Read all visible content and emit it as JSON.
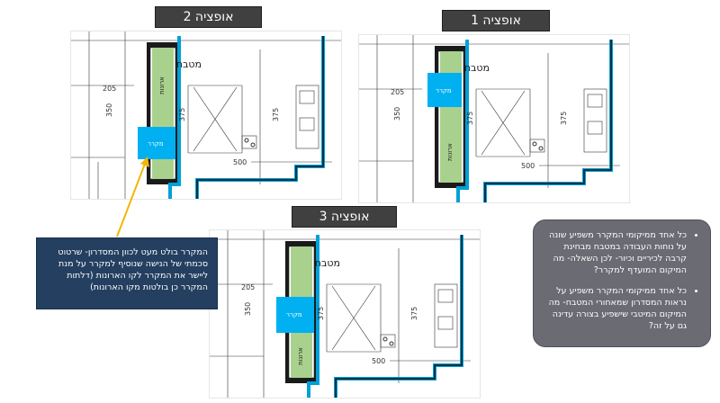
{
  "options": [
    {
      "id": "option-2",
      "title": "אופציה 2",
      "cooktop": "מקרר",
      "pantry": "ארונות",
      "kitchen": "מטבח",
      "dim_width": "205",
      "dim_len": "350",
      "dim_island": "375",
      "dim_right": "375",
      "dim_bottom": "500"
    },
    {
      "id": "option-1",
      "title": "אופציה 1",
      "cooktop": "מקרר",
      "pantry": "ארונות",
      "kitchen": "מטבח",
      "dim_width": "205",
      "dim_len": "350",
      "dim_island": "375",
      "dim_right": "375",
      "dim_bottom": "500"
    },
    {
      "id": "option-3",
      "title": "אופציה 3",
      "cooktop": "מקרר",
      "pantry": "ארונות",
      "kitchen": "מטבח",
      "dim_width": "205",
      "dim_len": "350",
      "dim_island": "375",
      "dim_right": "375",
      "dim_bottom": "500"
    }
  ],
  "callout": {
    "text": "המקרר בולט מעט לכוון המסדרון- שרטוט סכמתי של הנישה שנוסיף למקרר על מנת ליישר את המקרר לקו הארונות (דלתות המקרר כן בולטות מקו הארונות)"
  },
  "notes": [
    "כל אחד ממיקומי המקרר משפיע שונה על נוחות העבודה במטבח מבחינת קרבה לכיריים וכיור- לכן השאלה- מה המיקום המועדף למקרר?",
    "כל אחד ממיקומי המקרר משפיע על נראות המסדרון שמאחורי המטבח- מה המיקום המיטבי שישפיע בצורה עדינה גם על זה?"
  ],
  "colors": {
    "label_bg": "#404040",
    "fridge": "#00b0f0",
    "pantry": "#a9d18e",
    "wall": "#00a0d8",
    "arrow": "#f2b705",
    "callout_bg": "#243f60",
    "note_bg": "#6b6b73"
  }
}
